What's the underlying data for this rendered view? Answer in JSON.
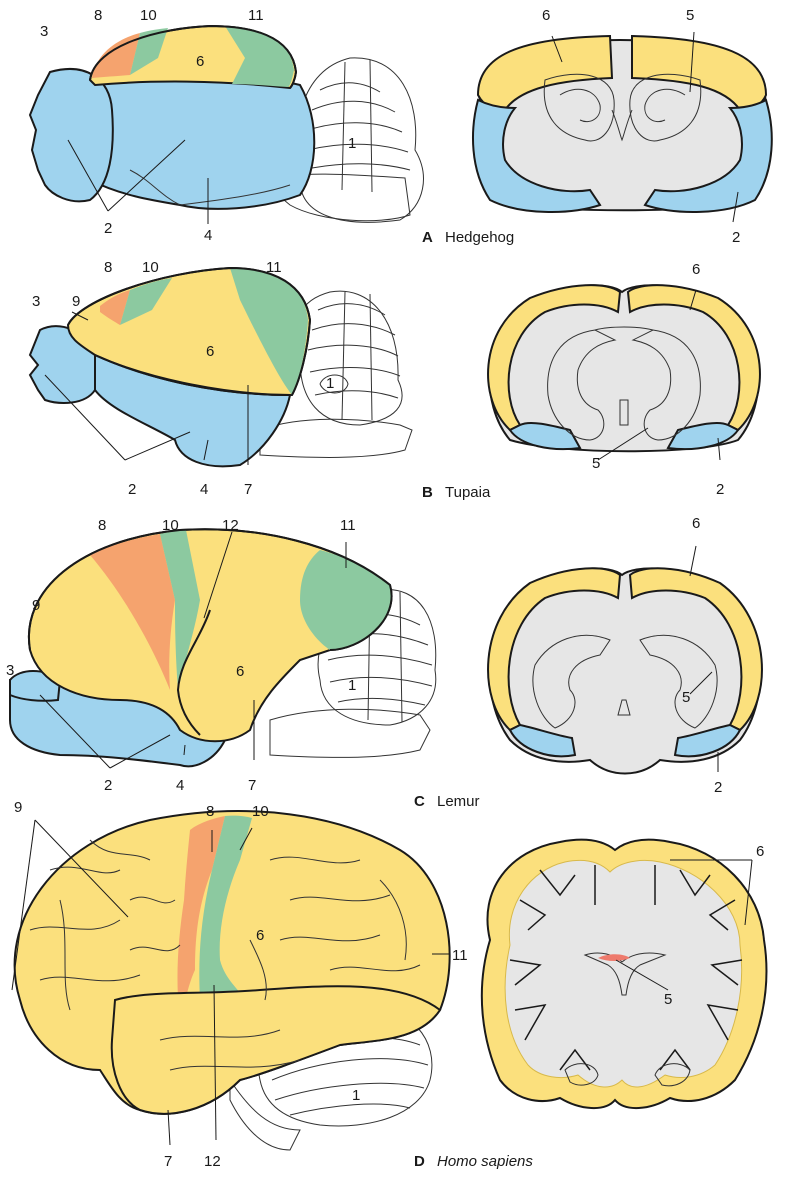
{
  "colors": {
    "blue": "#9fd3ee",
    "yellow": "#fbe07d",
    "green": "#8cc9a0",
    "orange": "#f5a36e",
    "red": "#ee7a6c",
    "grey": "#e6e6e6",
    "outline": "#1a1a1a"
  },
  "panels": {
    "A": {
      "letter": "A",
      "name": "Hedgehog"
    },
    "B": {
      "letter": "B",
      "name": "Tupaia"
    },
    "C": {
      "letter": "C",
      "name": "Lemur"
    },
    "D": {
      "letter": "D",
      "name": "Homo sapiens"
    }
  },
  "labels": {
    "n1": "1",
    "n2": "2",
    "n3": "3",
    "n4": "4",
    "n5": "5",
    "n6": "6",
    "n7": "7",
    "n8": "8",
    "n9": "9",
    "n10": "10",
    "n11": "11",
    "n12": "12"
  }
}
